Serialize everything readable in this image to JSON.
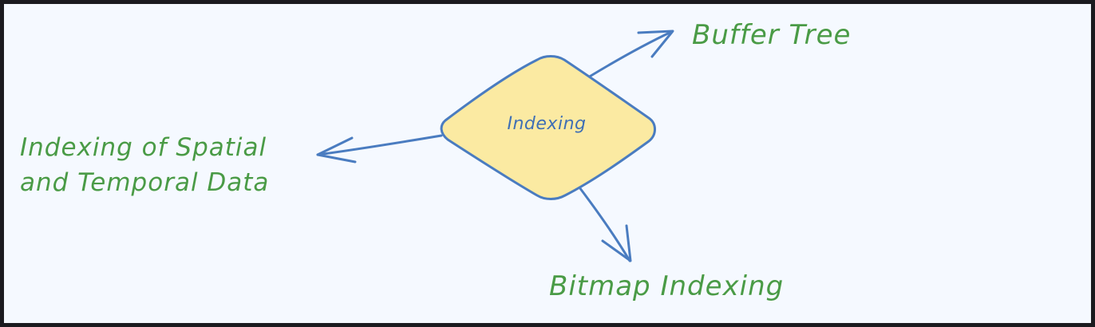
{
  "diagram": {
    "center": {
      "label": "Indexing"
    },
    "branches": [
      {
        "label": "Buffer Tree"
      },
      {
        "lines": [
          "Indexing of Spatial",
          "and Temporal Data"
        ]
      },
      {
        "label": "Bitmap Indexing"
      }
    ]
  },
  "colors": {
    "background": "#f5f9ff",
    "node_fill": "#fbeaa2",
    "stroke": "#4a7cc0",
    "label_text": "#4a9b46",
    "center_text": "#3f6fb5"
  }
}
